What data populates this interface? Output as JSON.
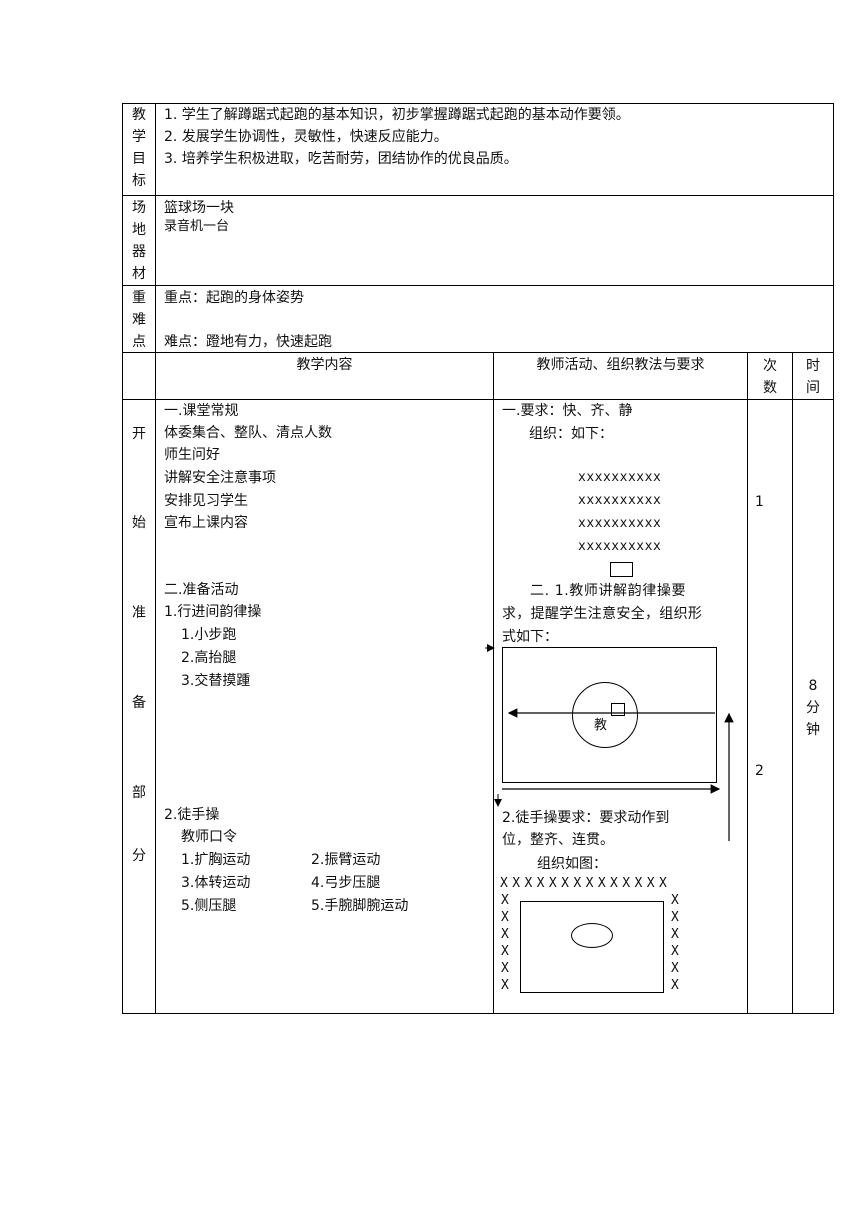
{
  "goals": {
    "label_chars": [
      "教",
      "学",
      "目",
      "标"
    ],
    "lines": [
      "1.  学生了解蹲踞式起跑的基本知识，初步掌握蹲踞式起跑的基本动作要领。",
      "2.  发展学生协调性，灵敏性，快速反应能力。",
      "3.  培养学生积极进取，吃苦耐劳，团结协作的优良品质。"
    ]
  },
  "venue": {
    "label_chars": [
      "场",
      "地",
      "器",
      "材"
    ],
    "lines": [
      "篮球场一块",
      "录音机一台"
    ]
  },
  "focus": {
    "label_chars": [
      "重",
      "难",
      "点"
    ],
    "key_point": "重点：起跑的身体姿势",
    "difficulty": "难点：蹬地有力，快速起跑"
  },
  "header": {
    "content": "教学内容",
    "teacher": "教师活动、组织教法与要求",
    "times_chars": [
      "次",
      "数"
    ],
    "duration_chars": [
      "时",
      "间"
    ]
  },
  "section": {
    "label_chars": [
      "开",
      "始",
      "准",
      "备",
      "部",
      "分"
    ]
  },
  "content": {
    "routine_title": "一.课堂常规",
    "routine_items": [
      "体委集合、整队、清点人数",
      "师生问好",
      "讲解安全注意事项",
      "安排见习学生",
      "宣布上课内容"
    ],
    "warmup_title": "二.准备活动",
    "rhythm_title": "1.行进间韵律操",
    "rhythm_items": [
      "1.小步跑",
      "2.高抬腿",
      "3.交替摸踵"
    ],
    "freehand_title": "2.徒手操",
    "freehand_lead": "教师口令",
    "freehand_left": [
      "1.扩胸运动",
      "3.体转运动",
      "5.侧压腿"
    ],
    "freehand_right": [
      "2.振臂运动",
      "4.弓步压腿",
      "5.手腕脚腕运动"
    ]
  },
  "teacher": {
    "req1": "一.要求：快、齐、静",
    "org1": "组织：如下：",
    "formation_rows": [
      "xxxxxxxxxx",
      "xxxxxxxxxx",
      "xxxxxxxxxx",
      "xxxxxxxxxx"
    ],
    "step2_lines": [
      "二. 1.教师讲解韵律操要",
      "求，提醒学生注意安全，组织形",
      "式如下："
    ],
    "teacher_mark": "教",
    "freehand_req_lines": [
      "2.徒手操要求：要求动作到",
      "位，整齐、连贯。"
    ],
    "org2": "组织如图：",
    "x_top_row": "XXXXXXXXXXXXXX",
    "x_side": [
      "X",
      "X",
      "X",
      "X",
      "X",
      "X"
    ]
  },
  "counts": {
    "first": "1",
    "second": "2"
  },
  "duration": {
    "chars": [
      "8",
      "分",
      "钟"
    ]
  }
}
